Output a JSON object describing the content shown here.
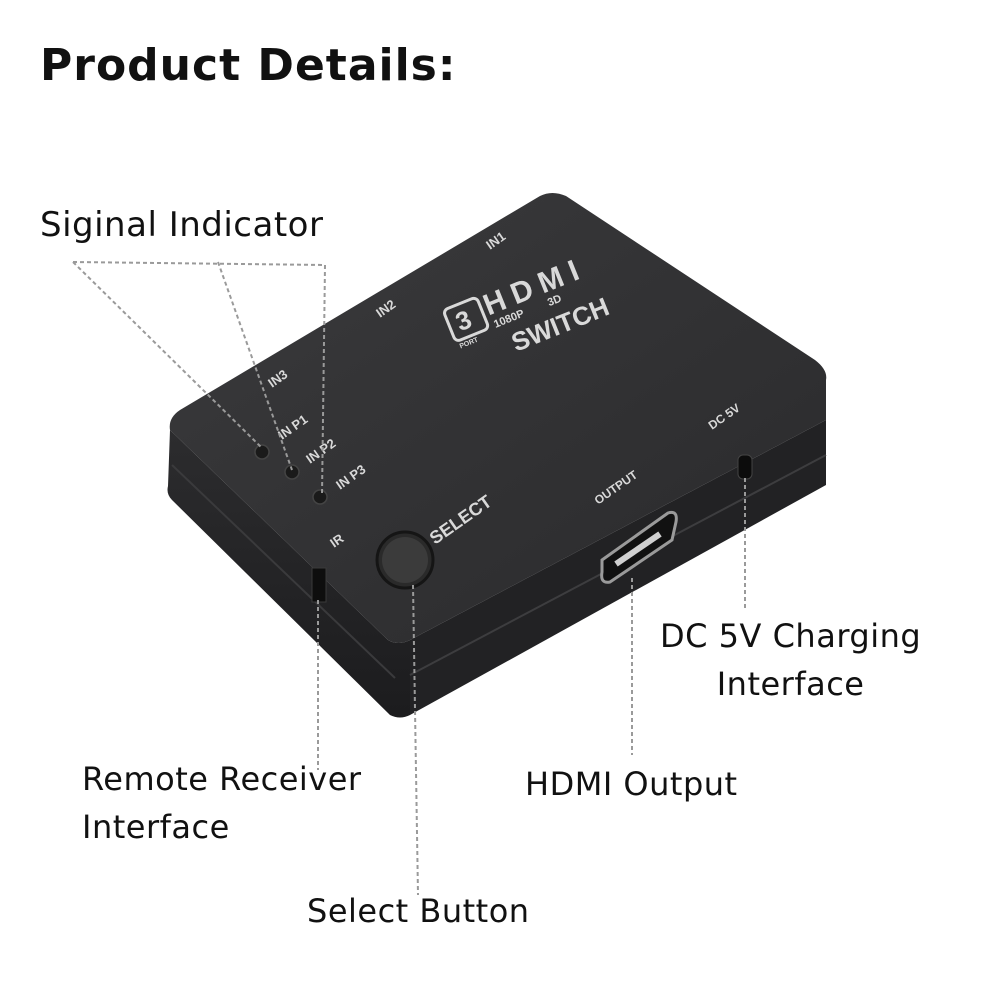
{
  "title": "Product Details:",
  "callouts": {
    "signal_indicator": "Siginal Indicator",
    "dc_charging": "DC 5V Charging\nInterface",
    "hdmi_output": "HDMI Output",
    "remote_receiver": "Remote Receiver\nInterface",
    "select_button": "Select Button"
  },
  "device": {
    "logo_number": "3",
    "logo_port": "PORT",
    "logo_brand": "HDMI",
    "logo_res": "1080P",
    "logo_3d": "3D",
    "logo_switch": "SWITCH",
    "port_labels": [
      "IN1",
      "IN2",
      "IN3"
    ],
    "led_labels": [
      "IN P1",
      "IN P2",
      "IN P3"
    ],
    "ir_label": "IR",
    "select_label": "SELECT",
    "output_label": "OUTPUT",
    "dc_label": "DC 5V"
  },
  "colors": {
    "body": "#2b2b2d",
    "body_top": "#333335",
    "leader": "#9a9a9a",
    "text": "#111111"
  }
}
